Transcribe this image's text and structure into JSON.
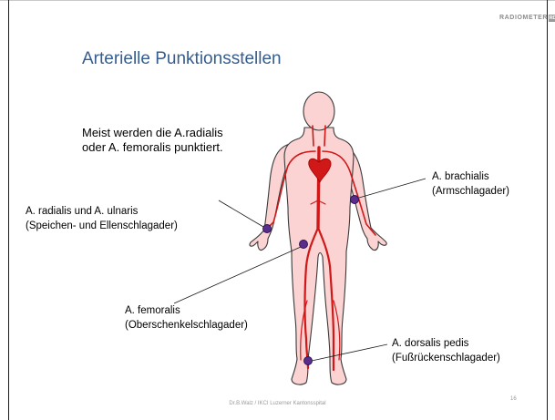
{
  "logo": {
    "text": "RADIOMETER",
    "mark": "RD"
  },
  "title": "Arterielle Punktionsstellen",
  "intro": {
    "line1": "Meist werden die A.radialis",
    "line2": "oder A. femoralis punktiert."
  },
  "labels": {
    "radialis": {
      "name": "A. radialis und A. ulnaris",
      "desc": "(Speichen- und Ellenschlagader)"
    },
    "brachialis": {
      "name": "A. brachialis",
      "desc": "(Armschlagader)"
    },
    "femoralis": {
      "name": "A. femoralis",
      "desc": "(Oberschenkelschlagader)"
    },
    "dorsalis": {
      "name": "A. dorsalis pedis",
      "desc": "(Fußrückenschlagader)"
    }
  },
  "footer": "Dr.B.Walz / IKCI Luzerner Kantonsspital",
  "page_number": "16",
  "colors": {
    "title": "#355d8f",
    "body_fill": "#fbd3d3",
    "body_outline": "#3a3a3a",
    "artery": "#d01818",
    "puncture_point": "#5a2d8c"
  }
}
